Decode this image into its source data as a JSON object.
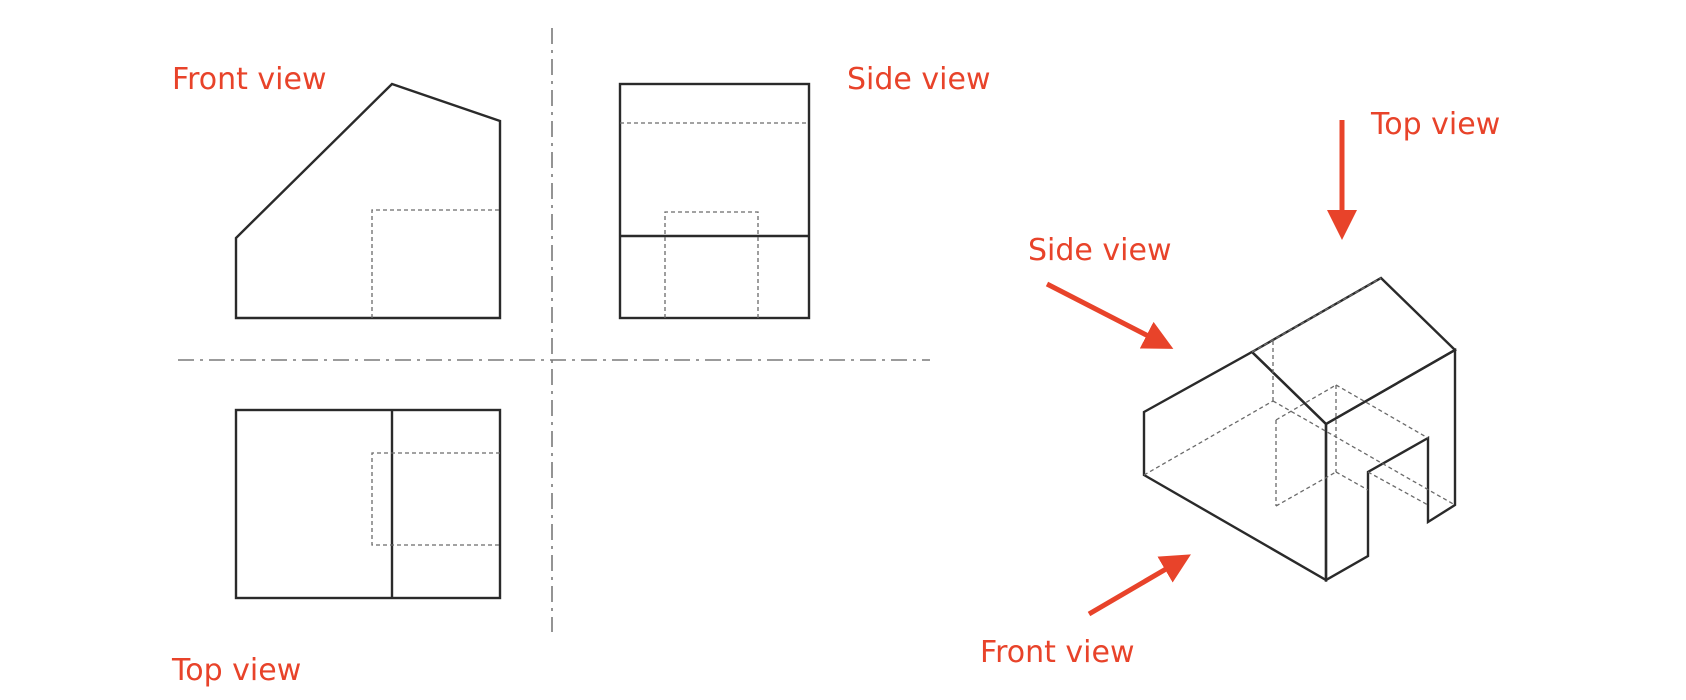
{
  "labels": {
    "ortho_front": "Front view",
    "ortho_side": "Side view",
    "ortho_top": "Top view",
    "iso_top": "Top view",
    "iso_side": "Side view",
    "iso_front": "Front view"
  },
  "colors": {
    "label": "#e8432a",
    "arrow": "#e8432a",
    "line": "#2a2a2a",
    "hidden_line": "#6a6a6a",
    "center_line": "#7a7a7a",
    "background": "#ffffff"
  }
}
